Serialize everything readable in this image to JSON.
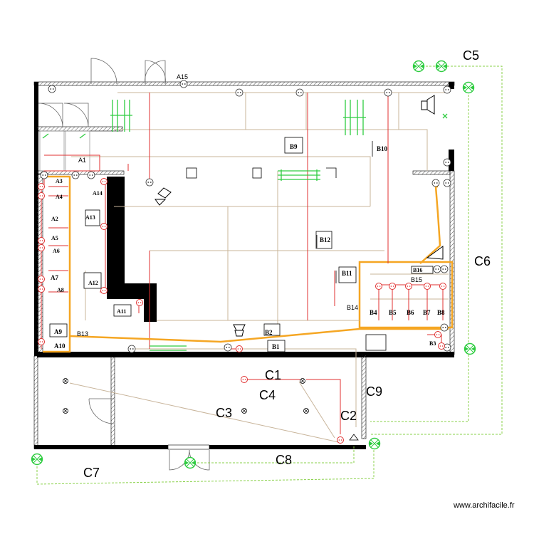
{
  "labels": {
    "A15": "A15",
    "A1": "A1",
    "A3": "A3",
    "A4": "A4",
    "A2": "A2",
    "A5": "A5",
    "A6": "A6",
    "A7": "A7",
    "A8": "A8",
    "A9": "A9",
    "A10": "A10",
    "A11": "A11",
    "A12": "A12",
    "A13": "A13",
    "A14": "A14",
    "B1": "B1",
    "B2": "B2",
    "B3": "B3",
    "B4": "B4",
    "B5": "B5",
    "B6": "B6",
    "B7": "B7",
    "B8": "B8",
    "B9": "B9",
    "B10": "B10",
    "B11": "B11",
    "B12": "B12",
    "B13": "B13",
    "B14": "B14",
    "B15": "B15",
    "B16": "B16",
    "C1": "C1",
    "C2": "C2",
    "C3": "C3",
    "C4": "C4",
    "C5": "C5",
    "C6": "C6",
    "C7": "C7",
    "C8": "C8",
    "C9": "C9"
  },
  "watermark": "www.archifacile.fr",
  "colors": {
    "wall": "#000000",
    "circuit_orange": "#f5a623",
    "circuit_red": "#e03030",
    "circuit_green": "#8ad14a",
    "circuit_tan": "#c8b49a",
    "outlet_green": "#2ecc40"
  }
}
